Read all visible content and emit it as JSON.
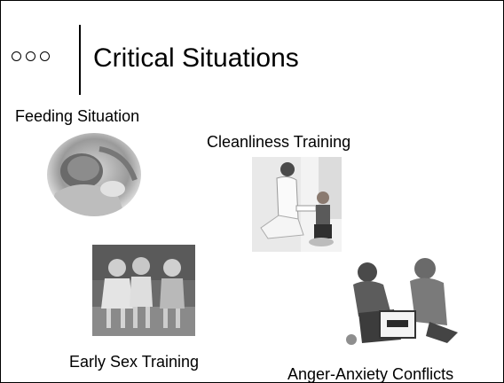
{
  "slide": {
    "title": "Critical Situations",
    "bullet_icons": [
      "circle-icon",
      "circle-icon",
      "circle-icon"
    ],
    "items": [
      {
        "label": "Feeding Situation",
        "image": "baby-feeding-photo"
      },
      {
        "label": "Cleanliness Training",
        "image": "mother-child-photo"
      },
      {
        "label": "Early Sex Training",
        "image": "three-children-photo"
      },
      {
        "label": "Anger-Anxiety Conflicts",
        "image": "boys-playing-photo"
      }
    ]
  }
}
